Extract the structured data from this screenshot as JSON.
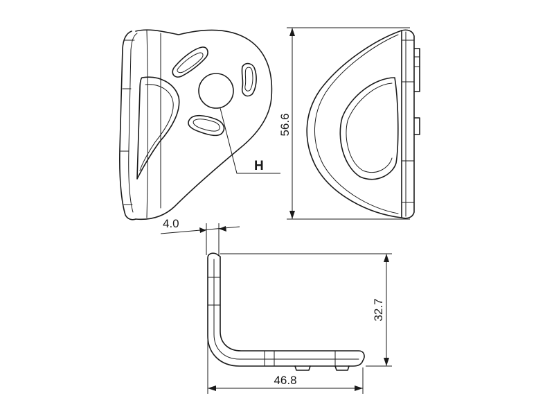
{
  "drawing": {
    "top_left_view": {
      "callout": {
        "label": "H"
      }
    },
    "top_right_view": {
      "height_dimension": "56.6"
    },
    "bottom_view": {
      "thickness_dimension": "4.0",
      "height_dimension": "32.7",
      "width_dimension": "46.8"
    }
  }
}
